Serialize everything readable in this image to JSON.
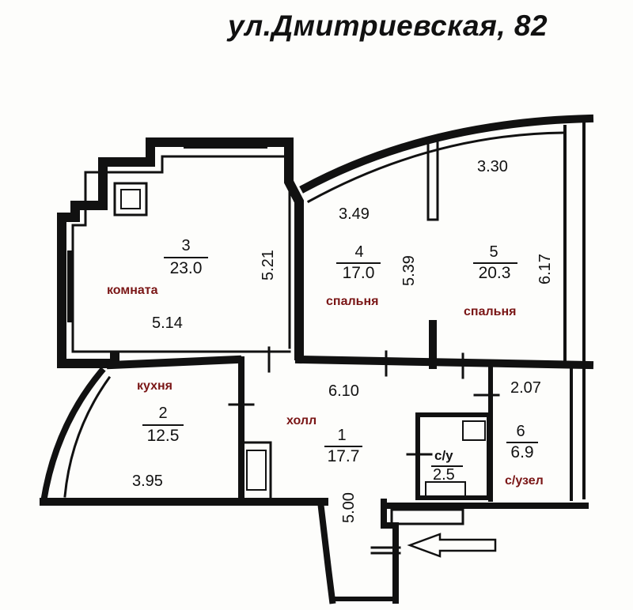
{
  "title": "ул.Дмитриевская, 82",
  "colors": {
    "wall": "#111111",
    "label": "#7a1616",
    "background": "#fdfdfb"
  },
  "rooms": [
    {
      "number": "3",
      "area": "23.0",
      "name": "комната",
      "dims": [
        "5.21",
        "5.14"
      ]
    },
    {
      "number": "4",
      "area": "17.0",
      "name": "спальня",
      "dims": [
        "3.49",
        "5.39"
      ]
    },
    {
      "number": "5",
      "area": "20.3",
      "name": "спальня",
      "dims": [
        "3.30",
        "6.17"
      ]
    },
    {
      "number": "2",
      "area": "12.5",
      "name": "кухня",
      "dims": [
        "3.95"
      ]
    },
    {
      "number": "1",
      "area": "17.7",
      "name": "холл",
      "dims": [
        "6.10",
        "5.00"
      ]
    },
    {
      "number": "с/у",
      "area": "2.5",
      "name": "",
      "dims": []
    },
    {
      "number": "6",
      "area": "6.9",
      "name": "с/узел",
      "dims": [
        "2.07"
      ]
    }
  ],
  "entrance": {
    "icon": "arrow-left-icon"
  }
}
